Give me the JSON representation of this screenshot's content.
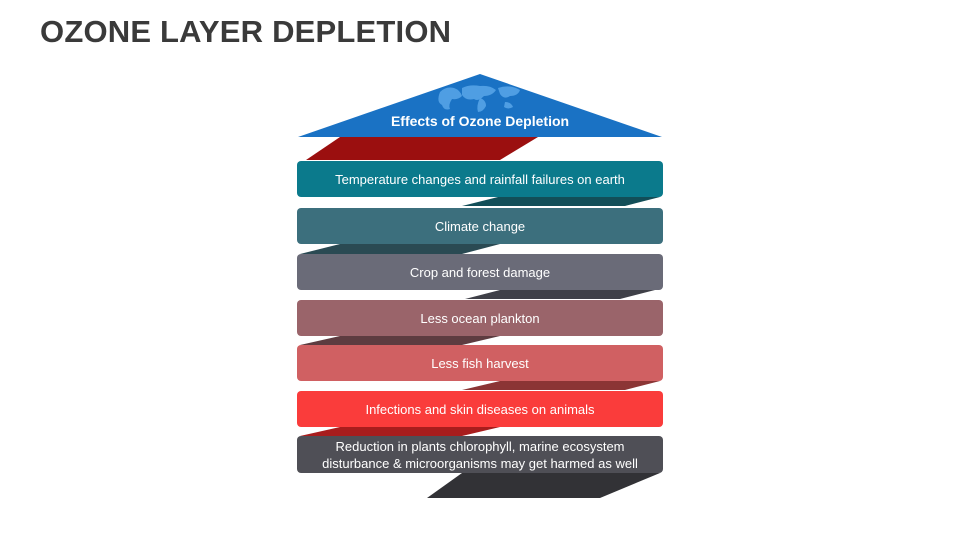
{
  "title": "OZONE LAYER DEPLETION",
  "roof": {
    "label": "Effects of Ozone Depletion",
    "color": "#1a72c4",
    "map_color": "#4f9ee3"
  },
  "effects": [
    {
      "text": "Temperature changes and rainfall failures on earth",
      "color": "#0b7a8c",
      "ribbon_color": "#9b0f0f"
    },
    {
      "text": "Climate change",
      "color": "#3c6f7d",
      "ribbon_color": "#124e58"
    },
    {
      "text": "Crop and forest damage",
      "color": "#6a6b78",
      "ribbon_color": "#2a4a53"
    },
    {
      "text": "Less ocean plankton",
      "color": "#9a646a",
      "ribbon_color": "#3f4048"
    },
    {
      "text": "Less fish harvest",
      "color": "#d06062",
      "ribbon_color": "#5d3c40"
    },
    {
      "text": "Infections and skin diseases on animals",
      "color": "#fa3c3b",
      "ribbon_color": "#8b3535"
    },
    {
      "text": "Reduction in plants chlorophyll, marine ecosystem disturbance & microorganisms may get harmed as well",
      "color": "#4f4f56",
      "ribbon_color": "#a81d1d"
    }
  ],
  "base_ribbon_color": "#323236"
}
